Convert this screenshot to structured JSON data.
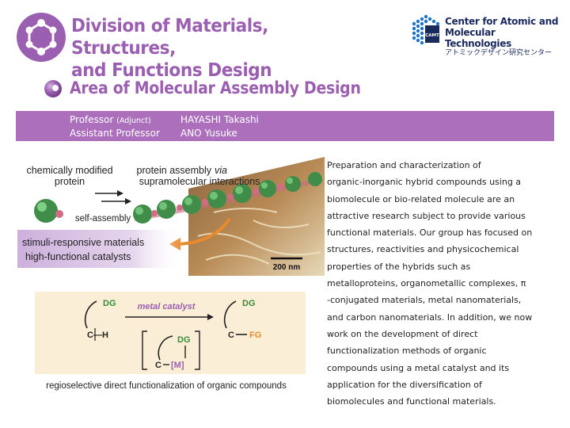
{
  "header": {
    "division_line1": "Division of Materials, Structures,",
    "division_line2": "and Functions Design",
    "division_logo_icon": "molecule-hexagon-icon",
    "org_logo_icon": "camt-cube-logo-icon",
    "org_name_line1": "Center for Atomic and",
    "org_name_line2": "Molecular Technologies",
    "org_name_jp": "アトミックデザイン研究センター",
    "org_logo_text": "CAMT",
    "colors": {
      "accent": "#9b5fb1",
      "bar": "#ac6fbc",
      "org_blue": "#1e72c7",
      "org_navy": "#1a2a5a"
    }
  },
  "area": {
    "title": "Area of Molecular Assembly Design",
    "bullet_icon": "purple-sphere-icon"
  },
  "staff": [
    {
      "role": "Professor",
      "role_note": "(Adjunct)",
      "name": "HAYASHI Takashi"
    },
    {
      "role": "Assistant Professor",
      "role_note": "",
      "name": "ANO Yusuke"
    }
  ],
  "figure1": {
    "label_left_1": "chemically modified",
    "label_left_2": "protein",
    "label_right_1": "protein assembly",
    "label_right_via": "via",
    "label_right_2": "supramolecular interactions",
    "self_assembly": "self-assembly",
    "scale_bar": "200 nm",
    "box_line1": "stimuli-responsive materials",
    "box_line2": "high-functional catalysts"
  },
  "figure2": {
    "dg_left": "DG",
    "ch": "C—H",
    "arrow_label": "metal catalyst",
    "dg_right": "DG",
    "c_fg_c": "C",
    "c_fg_fg": "FG",
    "dg_mid": "DG",
    "c_m_c": "C",
    "c_m_m": "[M]",
    "caption": "regioselective direct functionalization of organic compounds"
  },
  "description": [
    "Preparation and characterization of",
    "organic-inorganic hybrid compounds using a",
    "biomolecule or bio-related molecule are an",
    "attractive research subject to provide various",
    "functional materials. Our group has focused on",
    "structures, reactivities and physicochemical",
    "properties of the hybrids such as",
    "metalloproteins, organometallic complexes, π",
    "-conjugated materials, metal nanomaterials,",
    "and carbon nanomaterials. In addition, we now",
    "work on the development of direct",
    "functionalization methods of organic",
    "compounds using a metal catalyst and its",
    "application for the diversification of",
    "biomolecules and functional materials."
  ]
}
